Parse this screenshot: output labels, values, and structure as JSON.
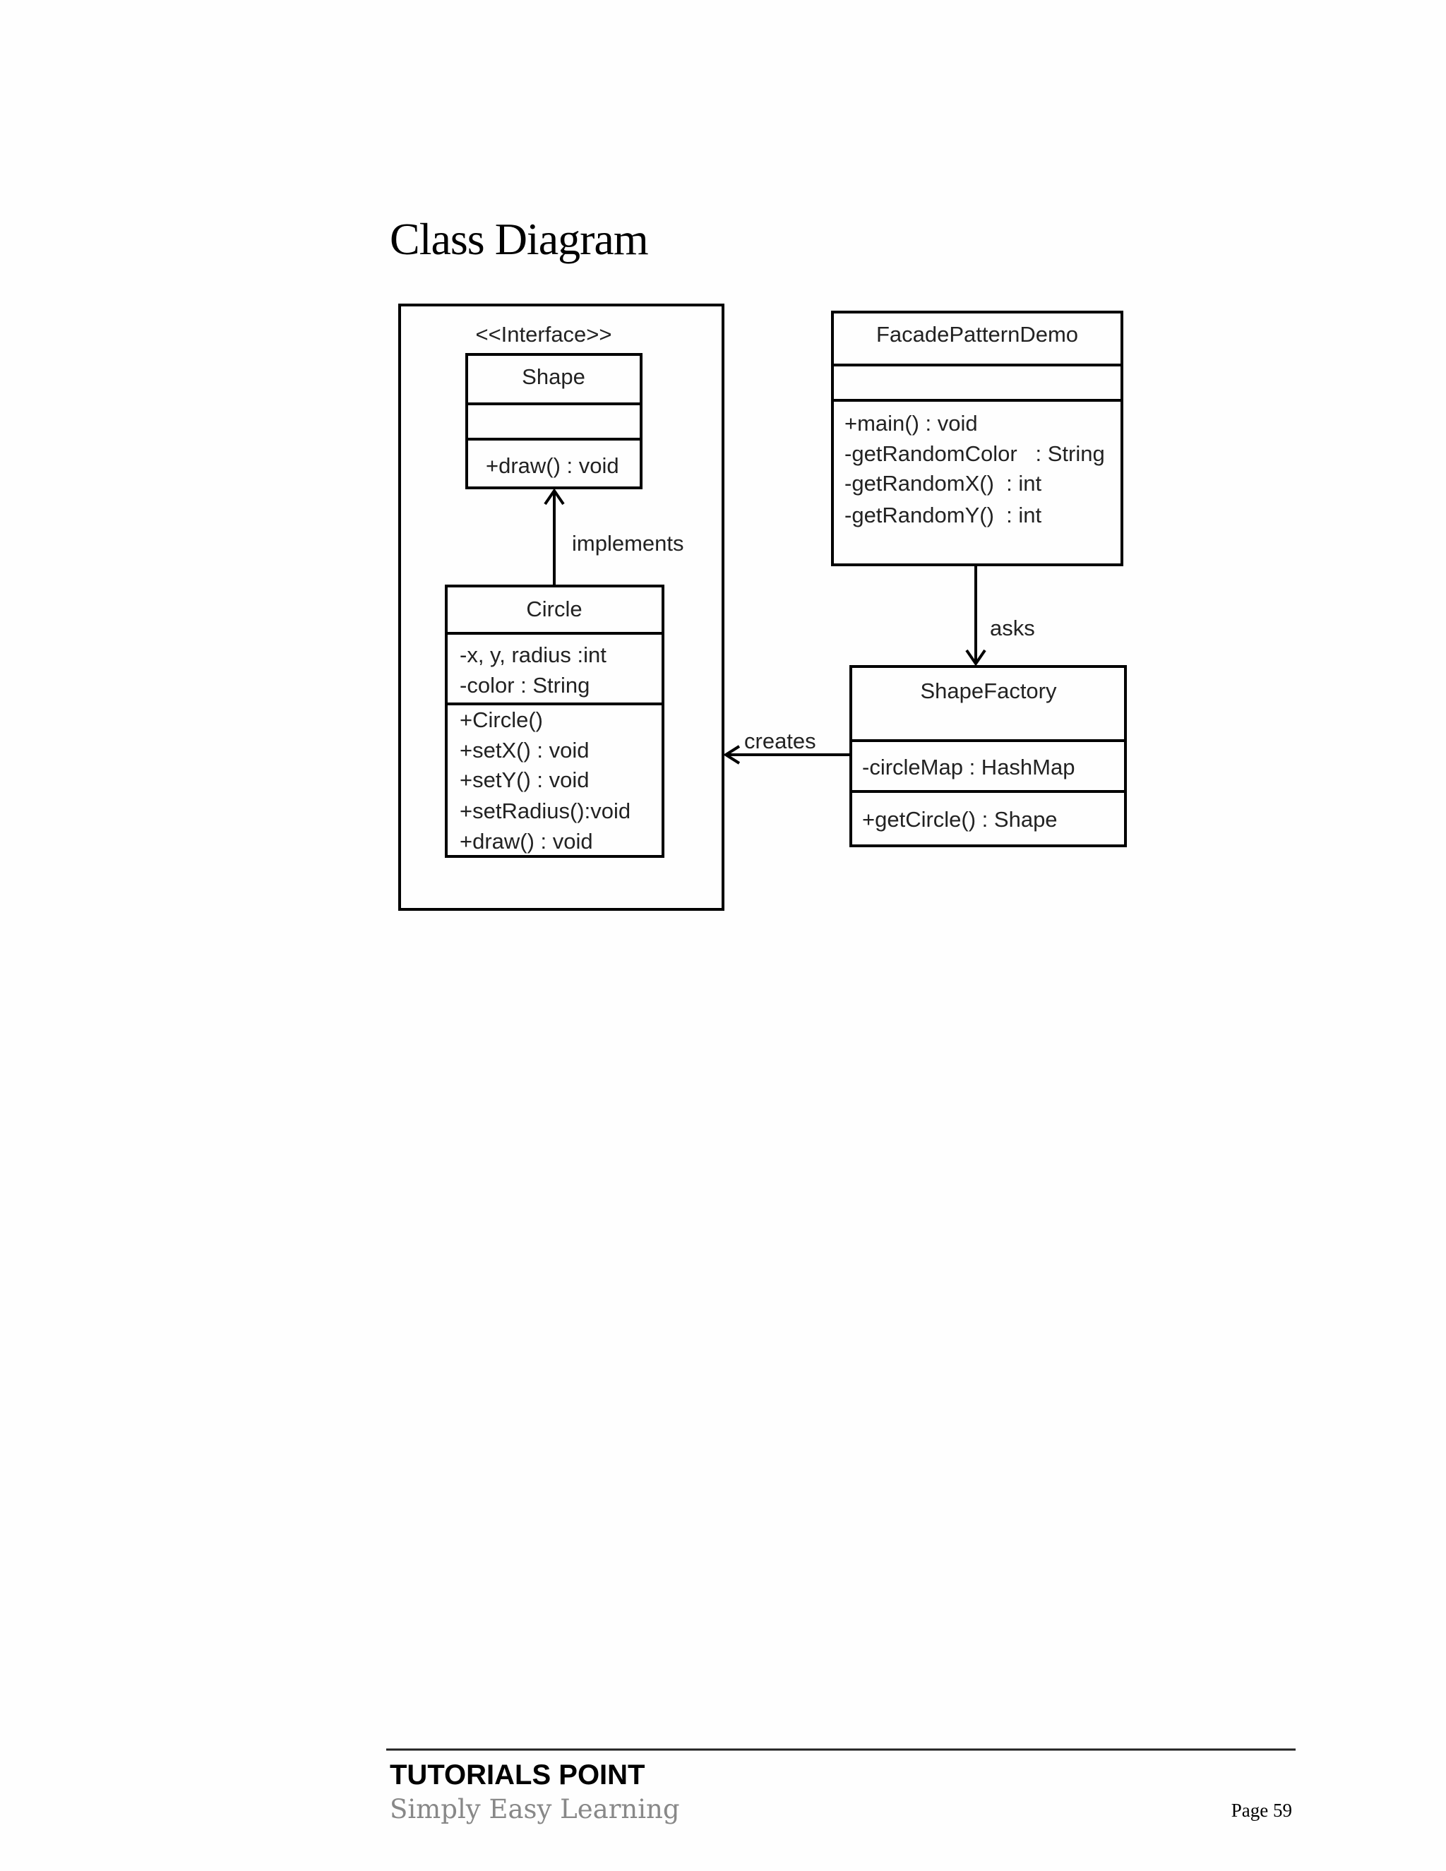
{
  "section_title": "Class Diagram",
  "diagram": {
    "shape": {
      "stereotype": "<<Interface>>",
      "name": "Shape",
      "methods": [
        "+draw() : void"
      ]
    },
    "circle": {
      "name": "Circle",
      "attributes": [
        "-x, y, radius :int",
        "-color : String"
      ],
      "methods": [
        "+Circle()",
        "+setX() : void",
        "+setY() : void",
        "+setRadius():void",
        "+draw() : void"
      ]
    },
    "facade": {
      "name": "FacadePatternDemo",
      "methods": [
        "+main() : void",
        "-getRandomColor   : String",
        "-getRandomX()  : int",
        "-getRandomY()  : int"
      ]
    },
    "factory": {
      "name": "ShapeFactory",
      "attributes": [
        "-circleMap : HashMap"
      ],
      "methods": [
        "+getCircle() : Shape"
      ]
    },
    "relations": {
      "implements": "implements",
      "asks": "asks",
      "creates": "creates"
    }
  },
  "footer": {
    "brand": "TUTORIALS POINT",
    "tagline": "Simply Easy Learning",
    "page": "Page 59"
  }
}
